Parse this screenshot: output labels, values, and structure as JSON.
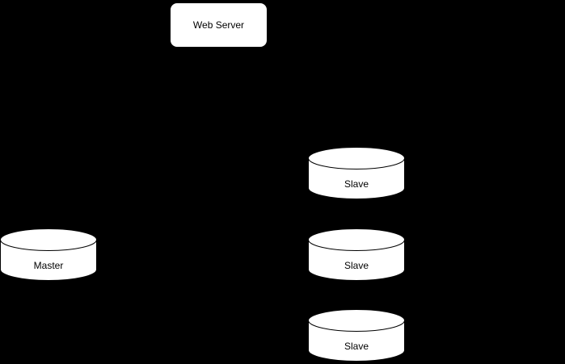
{
  "diagram": {
    "background_color": "#000000",
    "node_fill_color": "#ffffff",
    "node_stroke_color": "#000000",
    "text_color": "#000000",
    "web_server": {
      "label": "Web Server"
    },
    "master": {
      "label": "Master"
    },
    "slaves": [
      {
        "label": "Slave"
      },
      {
        "label": "Slave"
      },
      {
        "label": "Slave"
      }
    ]
  }
}
